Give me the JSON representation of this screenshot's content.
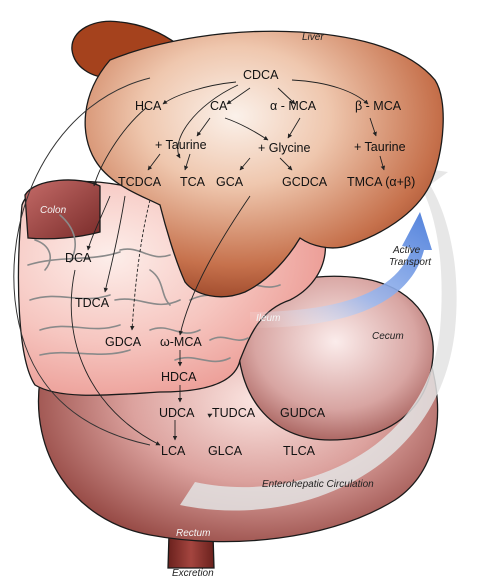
{
  "organs": {
    "liver": "Liver",
    "colon": "Colon",
    "ileum": "Ileum",
    "cecum": "Cecum",
    "rectum": "Rectum",
    "excretion": "Excretion",
    "active_transport_1": "Active",
    "active_transport_2": "Transport",
    "enterohepatic": "Enterohepatic Circulation"
  },
  "liver_metabolites": {
    "cdca": "CDCA",
    "hca": "HCA",
    "ca": "CA",
    "amca": "α - MCA",
    "bmca": "β - MCA",
    "taurine_left": "+ Taurine",
    "glycine": "+ Glycine",
    "taurine_right": "+ Taurine",
    "tcdca": "TCDCA",
    "tca": "TCA",
    "gca": "GCA",
    "gcdca": "GCDCA",
    "tmca": "TMCA (α+β)"
  },
  "gut_metabolites": {
    "dca": "DCA",
    "tdca": "TDCA",
    "gdca": "GDCA",
    "wmca": "ω-MCA",
    "hdca": "HDCA",
    "udca": "UDCA",
    "tudca": "TUDCA",
    "gudca": "GUDCA",
    "lca": "LCA",
    "glca": "GLCA",
    "tlca": "TLCA"
  },
  "colors": {
    "liver_light": "#f3dccd",
    "liver_dark": "#9a3f22",
    "gallbladder": "#a5401c",
    "intestine_light": "#fbe1dd",
    "intestine_mid": "#f2aaa4",
    "stomach_dark": "#7c2a25",
    "transport_blue": "#5f8fe6",
    "circulation_grey": "#d9d9d9"
  }
}
